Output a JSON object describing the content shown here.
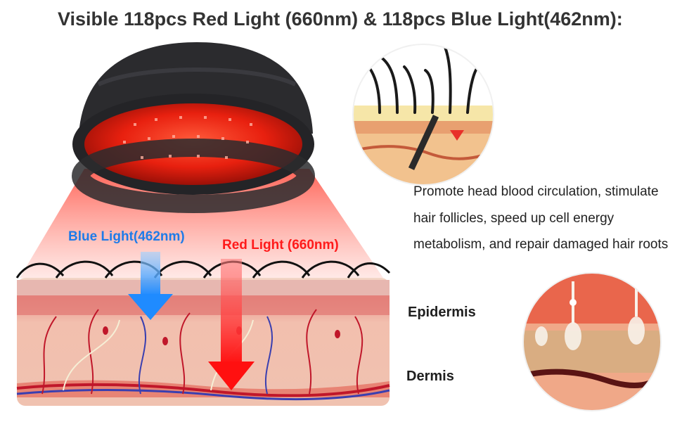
{
  "title": "Visible 118pcs Red Light (660nm) & 118pcs Blue Light(462nm):",
  "description": "Promote head blood circulation, stimulate hair follicles, speed up cell energy metabolism, and repair damaged hair roots",
  "labels": {
    "blue_light": "Blue Light(462nm)",
    "red_light": "Red Light (660nm)",
    "epidermis": "Epidermis",
    "dermis": "Dermis"
  },
  "colors": {
    "title": "#333333",
    "blue_label": "#1f7be8",
    "red_label": "#ff1a1a",
    "cap": "#2b2b2e",
    "led_glow": "#ff2a1a"
  },
  "icons": [
    "light-therapy-cap-icon",
    "hair-follicle-closeup-icon",
    "hair-root-closeup-icon",
    "blue-arrow-icon",
    "red-arrow-icon",
    "scalp-cross-section-icon"
  ]
}
